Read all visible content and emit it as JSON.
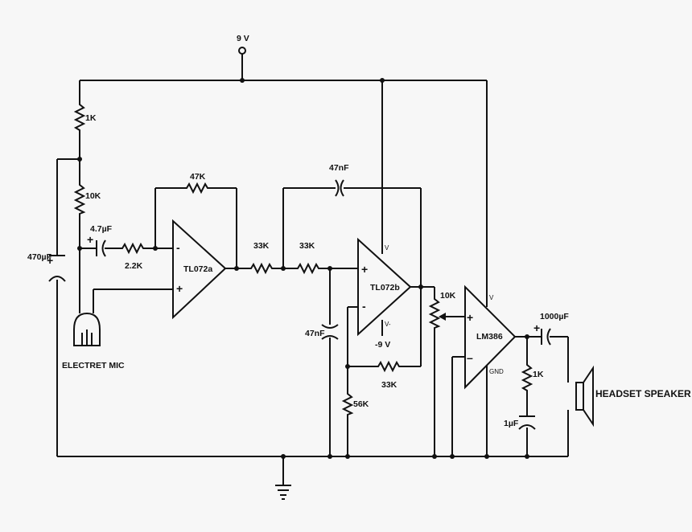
{
  "supply": {
    "positive": "9 V",
    "negative": "-9 V"
  },
  "resistors": {
    "r_1k_top": "1K",
    "r_10k_bias": "10K",
    "r_2_2k": "2.2K",
    "r_47k": "47K",
    "r_33k_a": "33K",
    "r_33k_b": "33K",
    "r_10k_pot": "10K",
    "r_33k_fb": "33K",
    "r_56k": "56K",
    "r_1k_out": "1K"
  },
  "capacitors": {
    "c_470u": "470µF",
    "c_4_7u": "4.7µF",
    "c_47n_fb": "47nF",
    "c_47n_gnd": "47nF",
    "c_1000u": "1000µF",
    "c_1u": "1µF"
  },
  "components": {
    "opamp_a": "TL072a",
    "opamp_b": "TL072b",
    "amp": "LM386",
    "mic": "ELECTRET MIC",
    "speaker": "HEADSET SPEAKER"
  },
  "pins": {
    "v_plus_b": "V",
    "v_minus_b": "V-",
    "v_lm386": "V",
    "gnd_lm386": "GND"
  },
  "signs": {
    "plus": "+",
    "minus": "-",
    "minus_long": "–"
  }
}
